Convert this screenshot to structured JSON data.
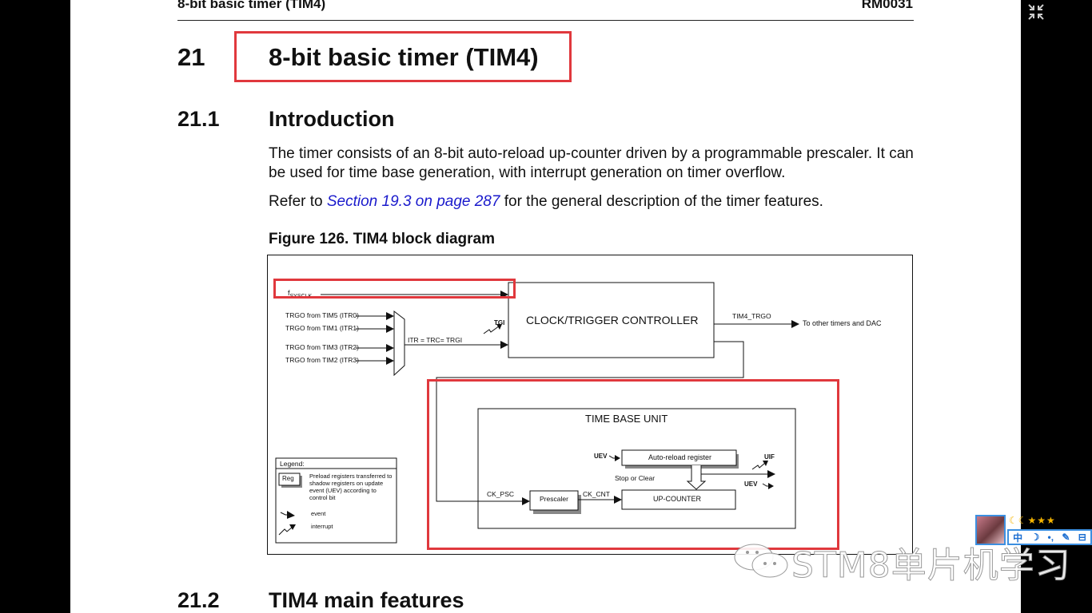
{
  "header": {
    "running_title": "8-bit basic timer (TIM4)",
    "doc_id": "RM0031"
  },
  "chapter": {
    "number": "21",
    "title": "8-bit basic timer (TIM4)"
  },
  "section_intro": {
    "number": "21.1",
    "title": "Introduction",
    "paragraph1": "The timer consists of an 8-bit auto-reload up-counter driven by a programmable prescaler. It can be used for time base generation, with interrupt generation on timer overflow.",
    "refer_prefix": "Refer to ",
    "refer_link": "Section 19.3 on page 287",
    "refer_suffix": " for the general description of the timer features."
  },
  "figure": {
    "caption": "Figure 126. TIM4 block diagram",
    "fsysclk": "f",
    "fsysclk_sub": "SYSCLK",
    "inputs": [
      "TRGO from TIM5 (ITR0)",
      "TRGO from TIM1 (ITR1)",
      "TRGO from TIM3 (ITR2)",
      "TRGO from TIM2 (ITR3)"
    ],
    "itr_label": "ITR = TRC= TRGI",
    "tgi_label": "TGI",
    "controller_label": "CLOCK/TRIGGER CONTROLLER",
    "trgo_label": "TIM4_TRGO",
    "trgo_dest": "To other timers and DAC",
    "time_base_label": "TIME BASE UNIT",
    "uev_label": "UEV",
    "arr_label": "Auto-reload register",
    "uif_label": "UIF",
    "stop_clear_label": "Stop or Clear",
    "uev_out_label": "UEV",
    "ck_psc_label": "CK_PSC",
    "prescaler_label": "Prescaler",
    "ck_cnt_label": "CK_CNT",
    "counter_label": "UP-COUNTER",
    "legend": {
      "title": "Legend:",
      "reg_label": "Reg",
      "reg_desc": "Preload registers transferred to shadow registers on update event (UEV) according to control bit",
      "event_label": "event",
      "interrupt_label": "interrupt"
    }
  },
  "section_features": {
    "number": "21.2",
    "title": "TIM4 main features"
  },
  "overlay": {
    "fullscreen_icon": "exit-fullscreen-icon",
    "ime_moons": "☾☾",
    "ime_stars": "★★★",
    "ime_buttons": [
      "中",
      "☽",
      "•,",
      "✎",
      "⊟"
    ],
    "watermark": "STM8单片机学习",
    "accent_red": "#e0383d",
    "link_blue": "#1a1acc"
  }
}
